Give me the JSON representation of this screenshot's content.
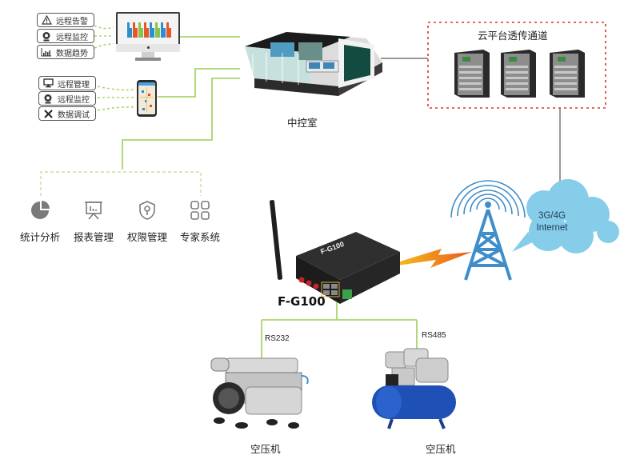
{
  "monitor_functions": [
    {
      "icon": "warning-icon",
      "label": "远程告警"
    },
    {
      "icon": "camera-icon",
      "label": "远程监控"
    },
    {
      "icon": "bar-chart-icon",
      "label": "数据趋势"
    }
  ],
  "phone_functions": [
    {
      "icon": "monitor-icon",
      "label": "远程管理"
    },
    {
      "icon": "camera-icon",
      "label": "远程监控"
    },
    {
      "icon": "tools-icon",
      "label": "数据调试"
    }
  ],
  "control_room": {
    "label": "中控室"
  },
  "cloud_platform": {
    "label": "云平台透传通道",
    "server_count": 3
  },
  "network_cloud": {
    "line1": "3G/4G",
    "line2": "Internet"
  },
  "management": [
    {
      "icon": "pie-chart-icon",
      "label": "统计分析"
    },
    {
      "icon": "presentation-icon",
      "label": "报表管理"
    },
    {
      "icon": "shield-key-icon",
      "label": "权限管理"
    },
    {
      "icon": "grid-icon",
      "label": "专家系统"
    }
  ],
  "gateway": {
    "name": "F-G100",
    "body_text": "F-G100"
  },
  "compressors": [
    {
      "port": "RS232",
      "label": "空压机"
    },
    {
      "port": "RS485",
      "label": "空压机"
    }
  ],
  "colors": {
    "line_green": "#a8d66b",
    "line_gray": "#777777",
    "cloud_box_red": "#e0322c",
    "cloud_blue": "#86cdea",
    "tower_blue": "#3f8ec9",
    "bolt_orange": "#f5a623"
  }
}
